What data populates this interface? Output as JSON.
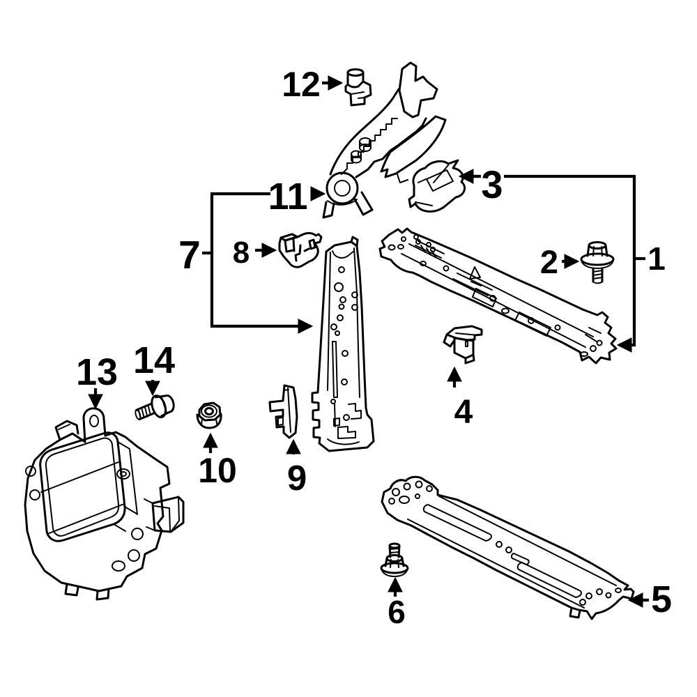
{
  "diagram": {
    "background": "#ffffff",
    "line_color": "#000000",
    "highlight": {
      "fill": "#3b66b5",
      "facet": "#6488cd",
      "stroke": "#0b1430"
    },
    "callouts": [
      {
        "label": "1"
      },
      {
        "label": "2"
      },
      {
        "label": "3"
      },
      {
        "label": "4"
      },
      {
        "label": "5"
      },
      {
        "label": "6"
      },
      {
        "label": "7"
      },
      {
        "label": "8"
      },
      {
        "label": "9"
      },
      {
        "label": "10"
      },
      {
        "label": "11"
      },
      {
        "label": "12"
      },
      {
        "label": "13"
      },
      {
        "label": "14"
      }
    ]
  }
}
